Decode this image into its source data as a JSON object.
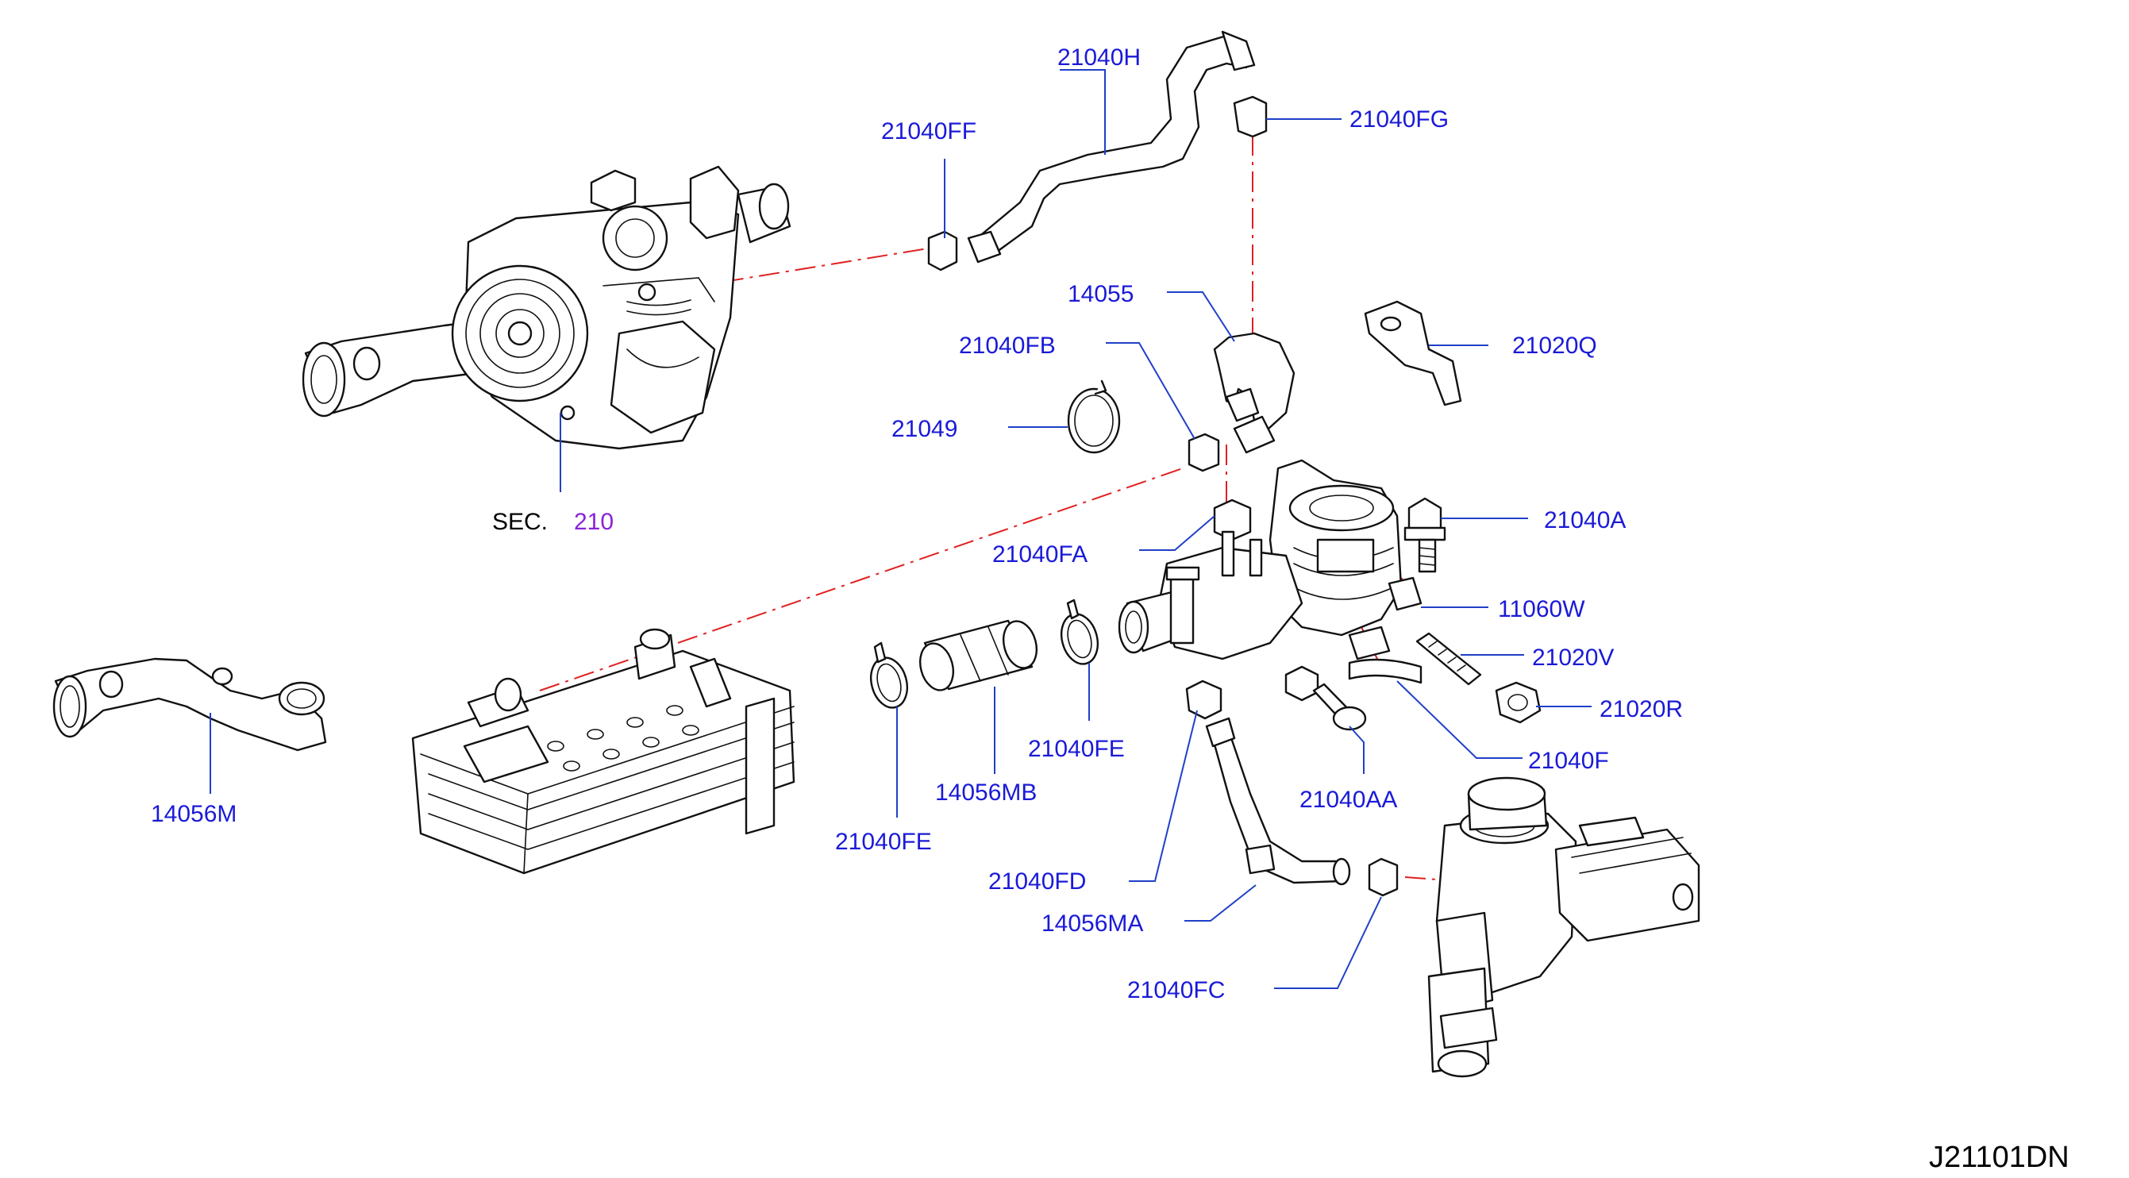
{
  "colors": {
    "part_number": "#1a1ad8",
    "section_ref": "#8a22d8",
    "leader_line": "#2040c8",
    "centerline": "#e02020",
    "outline": "#111111"
  },
  "labels": {
    "p21040H": "21040H",
    "p21040FF": "21040FF",
    "p21040FG": "21040FG",
    "p14055": "14055",
    "p21040FB": "21040FB",
    "p21020Q": "21020Q",
    "p21049": "21049",
    "p21040A": "21040A",
    "p21040FA": "21040FA",
    "p11060W": "11060W",
    "p21020V": "21020V",
    "p21020R": "21020R",
    "p14056M": "14056M",
    "p21040FE_right": "21040FE",
    "p14056MB": "14056MB",
    "p21040F": "21040F",
    "p21040FE_left": "21040FE",
    "p21040AA": "21040AA",
    "p21040FD": "21040FD",
    "p14056MA": "14056MA",
    "p21040FC": "21040FC"
  },
  "section_ref": {
    "prefix": "SEC.",
    "number": "210"
  },
  "drawing_code": "J21101DN"
}
